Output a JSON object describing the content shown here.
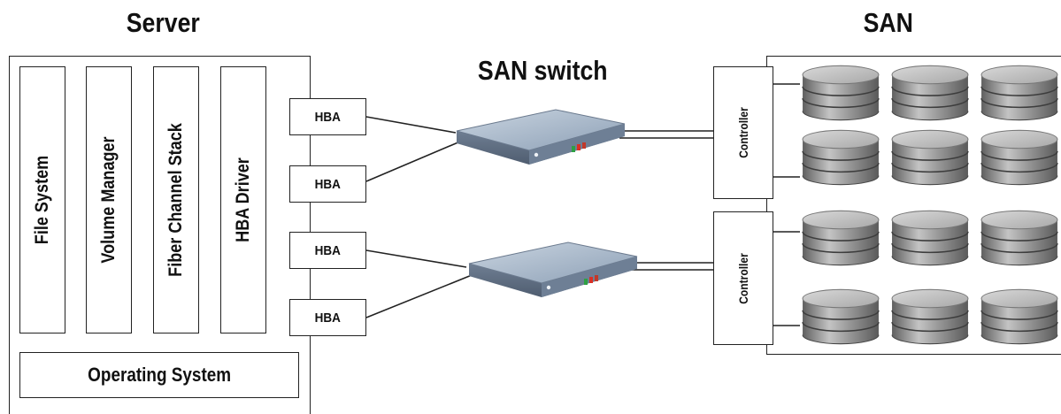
{
  "titles": {
    "server": "Server",
    "switch": "SAN switch",
    "san": "SAN"
  },
  "server": {
    "layers": [
      "File System",
      "Volume Manager",
      "Fiber Channel Stack",
      "HBA Driver"
    ],
    "os": "Operating System"
  },
  "hba_label": "HBA",
  "controllers": [
    "Controller",
    "Controller"
  ],
  "icons": {
    "switch": "network-switch-icon",
    "disk": "disk-stack-icon"
  },
  "colors": {
    "line": "#222222",
    "switch_body": "#8a9bb0",
    "disk": "#8c8c8c",
    "led_green": "#2ea043",
    "led_red": "#d93025"
  }
}
